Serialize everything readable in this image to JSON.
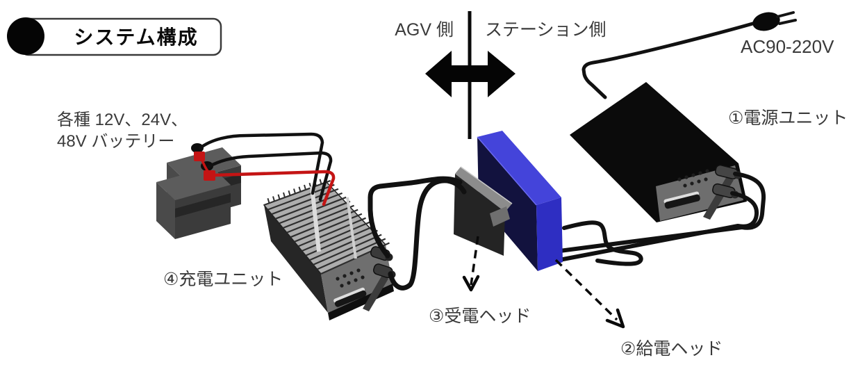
{
  "title": {
    "badge_label": "システム構成"
  },
  "boundary": {
    "agv_label": "AGV 側",
    "station_label": "ステーション側"
  },
  "power_unit": {
    "label": "①電源ユニット",
    "ac_input_label": "AC90-220V"
  },
  "feed_head": {
    "label": "②給電ヘッド"
  },
  "receive_head": {
    "label": "③受電ヘッド"
  },
  "charge_unit": {
    "label": "④充電ユニット"
  },
  "battery": {
    "label_line1": "各種 12V、24V、",
    "label_line2": "48V バッテリー"
  },
  "icons": {
    "boundary_arrow": "double-headed-arrow",
    "ac_plug": "two-prong-plug",
    "feed_head_pointer": "dashed-arrow",
    "receive_head_pointer": "dashed-arrow",
    "title_bullet": "black-circle"
  },
  "colors": {
    "feed_head_blue": "#4444da",
    "feed_head_blue_dark": "#2e2ec2",
    "wire_red": "#c41414",
    "cable_black": "#111111",
    "label_ink": "#3a3a3a"
  }
}
